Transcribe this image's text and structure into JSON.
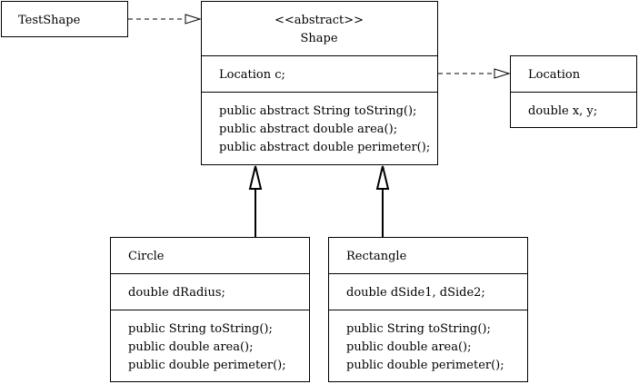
{
  "classes": {
    "testshape": {
      "name": "TestShape"
    },
    "shape": {
      "stereotype": "<<abstract>>",
      "name": "Shape",
      "attributes": [
        "Location c;"
      ],
      "methods": [
        "public abstract String toString();",
        "public abstract double area();",
        "public abstract double perimeter();"
      ]
    },
    "location": {
      "name": "Location",
      "attributes": [
        "double x, y;"
      ]
    },
    "circle": {
      "name": "Circle",
      "attributes": [
        "double dRadius;"
      ],
      "methods": [
        "public String toString();",
        "public double area();",
        "public double perimeter();"
      ]
    },
    "rectangle": {
      "name": "Rectangle",
      "attributes": [
        "double dSide1, dSide2;"
      ],
      "methods": [
        "public String toString();",
        "public double area();",
        "public double perimeter();"
      ]
    }
  }
}
